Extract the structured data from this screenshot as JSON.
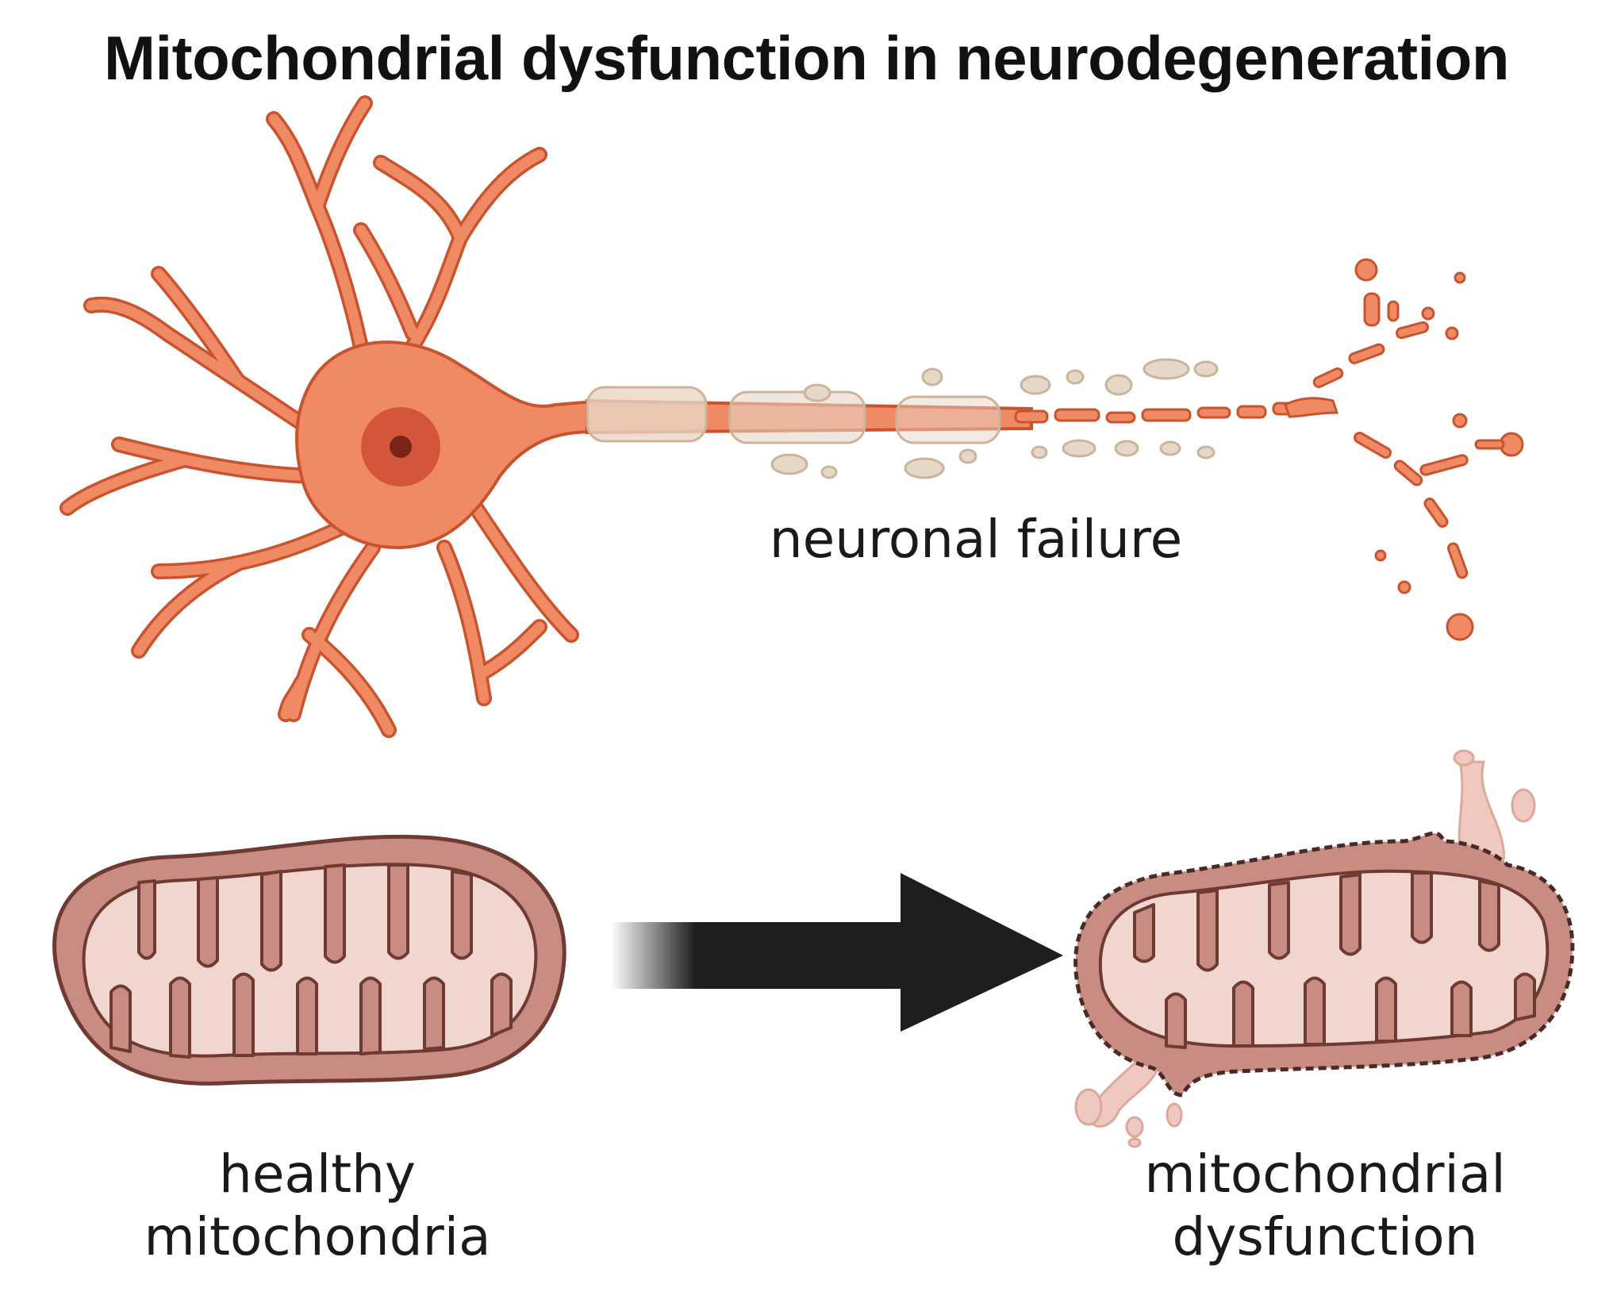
{
  "title": "Mitochondrial dysfunction in neurodegeneration",
  "labels": {
    "neuronal_failure": "neuronal failure",
    "healthy_line1": "healthy",
    "healthy_line2": "mitochondria",
    "dysfunction_line1": "mitochondrial",
    "dysfunction_line2": "dysfunction"
  },
  "colors": {
    "neuron_fill": "#f08a64",
    "neuron_stroke": "#c9532d",
    "nucleus": "#d4563a",
    "nucleolus": "#7a2418",
    "myelin": "#e8d6c4",
    "mito_outer": "#c98c83",
    "mito_inner": "#f1d6d0",
    "mito_stroke": "#6e3a33",
    "arrow": "#1e1e1e"
  }
}
